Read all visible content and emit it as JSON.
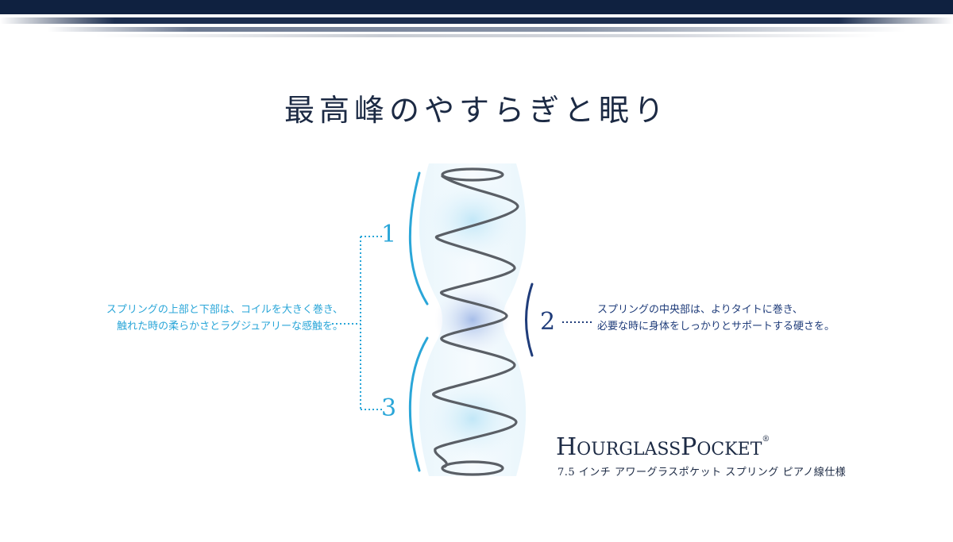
{
  "headline": "最高峰のやすらぎと眠り",
  "callouts": {
    "left": {
      "line1": "スプリングの上部と下部は、コイルを大きく巻き、",
      "line2": "触れた時の柔らかさとラグジュアリーな感触を。"
    },
    "right": {
      "line1": "スプリングの中央部は、よりタイトに巻き、",
      "line2": "必要な時に身体をしっかりとサポートする硬さを。"
    },
    "markers": {
      "one": "1",
      "two": "2",
      "three": "3"
    }
  },
  "brand": {
    "name_big_h": "H",
    "name_rest_1": "OURGLASS",
    "name_big_p": "P",
    "name_rest_2": "OCKET",
    "registered": "®",
    "subtitle": "7.5 インチ アワーグラスポケット スプリング ピアノ線仕様"
  },
  "colors": {
    "navy": "#0f2140",
    "accent_light": "#2aa6d8",
    "accent_dark": "#1f3c7a",
    "text": "#1c2a44"
  },
  "icons": {
    "spring": "hourglass-spring-illustration"
  }
}
